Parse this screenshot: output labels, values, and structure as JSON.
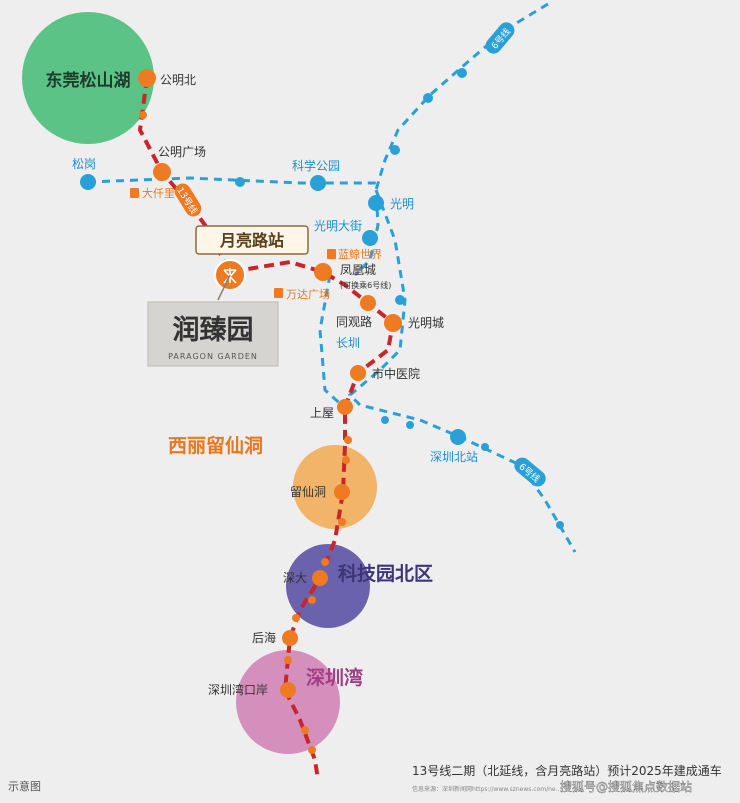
{
  "map": {
    "colors": {
      "line13": "#c9252b",
      "metro_blue": "#2aa0d8",
      "station_orange": "#ee7a22",
      "label_orange": "#e8781e",
      "label_blue": "#1b8fd0",
      "dark_text": "#333333",
      "zone_green": "#5cc386",
      "zone_peach": "#f1b469",
      "zone_purple": "#6a62ad",
      "zone_pink": "#d58fbd"
    },
    "zones": {
      "songshan": "东莞松山湖",
      "xili": "西丽留仙洞",
      "keji": "科技园北区",
      "shenzhenwan": "深圳湾"
    },
    "stations": {
      "gongmingbei": "公明北",
      "gongmingguangchang": "公明广场",
      "songgang": "松岗",
      "dashili": "大仟里",
      "kexuegongyuan": "科学公园",
      "guangming": "光明",
      "guangmingdajie": "光明大街",
      "lanjing": "蓝鲸世界",
      "fenghuangcheng": "凤凰城",
      "fenghuang_note": "(可换乘6号线)",
      "wanda": "万达广场",
      "tongguanlu": "同观路",
      "guangmingcheng": "光明城",
      "changzhen": "长圳",
      "shizhongyiyuan": "市中医院",
      "shangwu": "上屋",
      "shenzhenbei": "深圳北站",
      "liuxiandong": "留仙洞",
      "shenda": "深大",
      "houhai": "后海",
      "shenzhenwankouan": "深圳湾口岸"
    },
    "highlight_station": "月亮路站",
    "project": {
      "name": "润臻园",
      "english": "PARAGON GARDEN"
    },
    "line_badges": {
      "line13": "13号线",
      "line6": "6号线"
    },
    "footer": {
      "note": "示意图",
      "caption": "13号线二期（北延线，含月亮路站）预计2025年建成通车",
      "source": "信息来源：深圳新闻网https://www.sznews.com/ne...",
      "watermark": "搜狐号@搜狐焦点数据站"
    }
  }
}
